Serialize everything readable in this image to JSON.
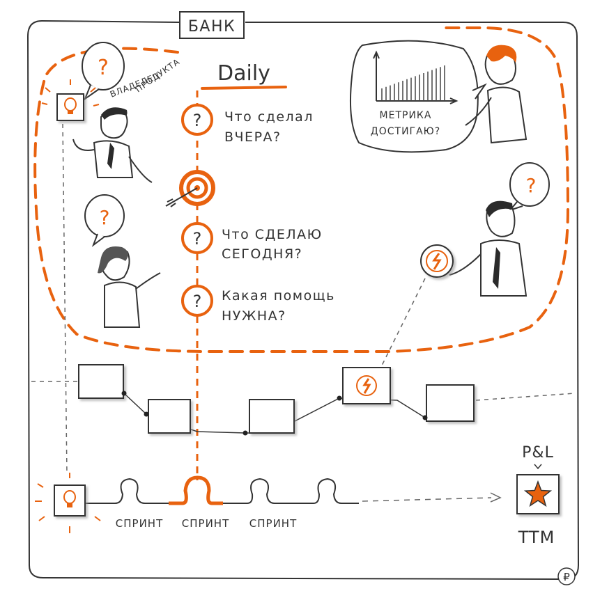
{
  "bank_label": "БАНК",
  "daily_title": "Daily",
  "owner_label": [
    "ВЛАДЕЛЕЦ",
    "ПРОДУКТА"
  ],
  "questions": [
    {
      "line1": "Что сделал",
      "line2": "ВЧЕРА?"
    },
    {
      "line1": "Что СДЕЛАЮ",
      "line2": "СЕГОДНЯ?"
    },
    {
      "line1": "Какая помощь",
      "line2": "НУЖНА?"
    }
  ],
  "metric_bubble": {
    "line1": "МЕТРИКА",
    "line2": "ДОСТИГАЮ?"
  },
  "question_mark": "?",
  "sprints": [
    "СПРИНТ",
    "СПРИНТ",
    "СПРИНТ"
  ],
  "pl_label": "P&L",
  "ttm_label": "TTM",
  "ruble_mark": "₽",
  "colors": {
    "accent": "#e8620f",
    "ink": "#2b2b2b",
    "box_shadow": "#b8b8b8"
  }
}
